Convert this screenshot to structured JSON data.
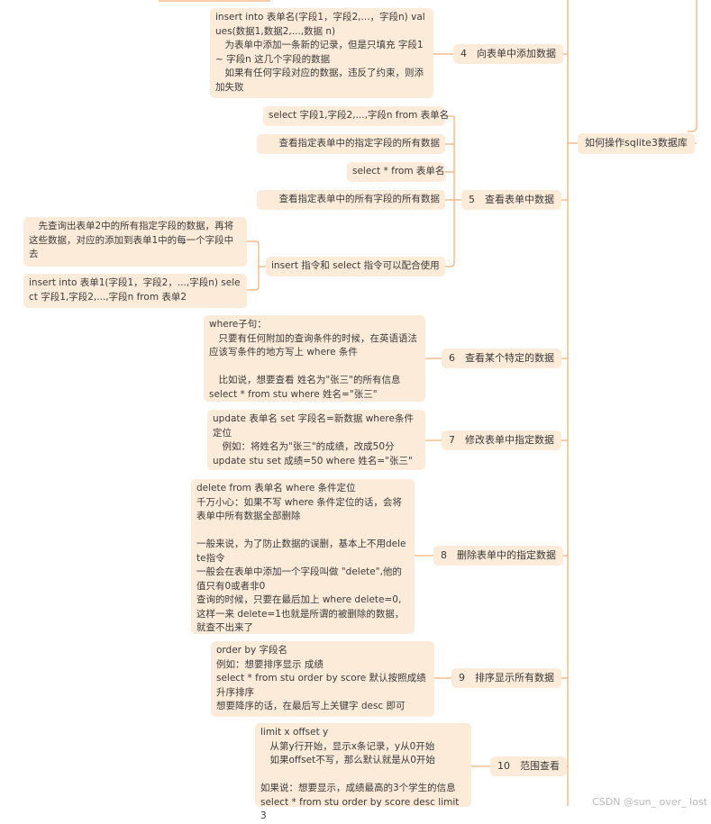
{
  "root": {
    "label": "如何操作sqlite3数据库"
  },
  "topics": [
    {
      "id": "t4",
      "label": "4　向表单中添加数据"
    },
    {
      "id": "t5",
      "label": "5　查看表单中数据"
    },
    {
      "id": "t6",
      "label": "6　查看某个特定的数据"
    },
    {
      "id": "t7",
      "label": "7　修改表单中指定数据"
    },
    {
      "id": "t8",
      "label": "8　删除表单中的指定数据"
    },
    {
      "id": "t9",
      "label": "9　排序显示所有数据"
    },
    {
      "id": "t10",
      "label": "10　范围查看"
    }
  ],
  "notes": {
    "n4": "insert into 表单名(字段1，字段2,...，字段n) values(数据1,数据2,...,数据 n)\n　为表单中添加一条新的记录，但是只填充 字段1 ~ 字段n 这几个字段的数据\n　如果有任何字段对应的数据，违反了约束，则添加失败",
    "n5a": "select 字段1,字段2,...,字段n from 表单名",
    "n5b": "查看指定表单中的指定字段的所有数据",
    "n5c": "select * from 表单名",
    "n5d": "查看指定表单中的所有字段的所有数据",
    "n5e": "insert 指令和 select 指令可以配合使用",
    "n5e1": "　先查询出表单2中的所有指定字段的数据，再将这些数据，对应的添加到表单1中的每一个字段中去",
    "n5e2": "insert into 表单1(字段1，字段2，...,字段n) select 字段1,字段2,...,字段n from 表单2",
    "n6": "where子句：\n　只要有任何附加的查询条件的时候，在英语语法应该写条件的地方写上 where 条件\n\n　比如说，想要查看 姓名为\"张三\"的所有信息\nselect * from stu where 姓名=\"张三\"",
    "n7": "update 表单名 set 字段名=新数据 where条件定位\n　例如：将姓名为\"张三\"的成绩，改成50分\nupdate stu set 成绩=50 where 姓名=\"张三\"",
    "n8": "delete from 表单名 where 条件定位\n千万小心：如果不写 where 条件定位的话，会将表单中所有数据全部删除\n\n一般来说，为了防止数据的误删，基本上不用delete指令\n一般会在表单中添加一个字段叫做 \"delete\",他的值只有0或者非0\n查询的时候，只要在最后加上 where delete=0,这样一来 delete=1也就是所谓的被删除的数据，就查不出来了",
    "n9": "order by 字段名\n例如：想要排序显示 成绩\nselect * from stu order by score 默认按照成绩升序排序\n想要降序的话，在最后写上关键字 desc 即可",
    "n10": "limit x offset y\n　从第y行开始，显示x条记录，y从0开始\n　如果offset不写，那么默认就是从0开始\n\n如果说：想要显示，成绩最高的3个学生的信息\nselect * from stu order by score desc limit 3"
  },
  "watermark": "CSDN @sun_ over_ lost",
  "colors": {
    "node_bg": "#fdebd9",
    "line": "#f3b078",
    "text": "#3a3a3a"
  }
}
